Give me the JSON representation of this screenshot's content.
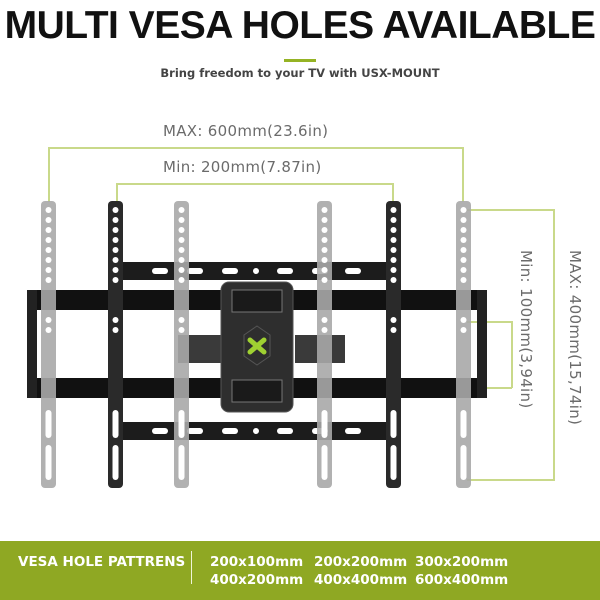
{
  "header": {
    "title": "MULTI VESA HOLES AVAILABLE",
    "subtitle": "Bring freedom to your TV with USX-MOUNT",
    "accent_color": "#95b324"
  },
  "dimensions": {
    "horizontal_max": "MAX:  600mm(23.6in)",
    "horizontal_min": "Min:  200mm(7.87in)",
    "vertical_max": "MAX:  400mm(15,74in)",
    "vertical_min": "Min:  100mm(3,94in)",
    "guide_color": "#c9d98a"
  },
  "product": {
    "name": "TV wall mount bracket",
    "logo_icon": "usx-mount-logo-icon",
    "logo_color": "#9fd132"
  },
  "footer": {
    "label": "VESA HOLE PATTRENS",
    "background": "#8fa823",
    "sizes": [
      "200x100mm",
      "200x200mm",
      "300x200mm",
      "400x200mm",
      "400x400mm",
      "600x400mm"
    ]
  }
}
